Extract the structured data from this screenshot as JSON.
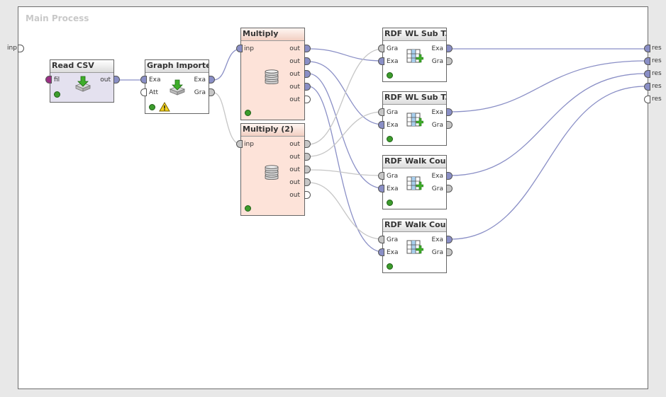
{
  "process": {
    "title": "Main Process",
    "inputs": [
      "inp"
    ],
    "results": [
      "res",
      "res",
      "res",
      "res",
      "res"
    ]
  },
  "operators": {
    "read_csv": {
      "title": "Read CSV",
      "in": [
        "fil"
      ],
      "out": [
        "out"
      ]
    },
    "graph_importer": {
      "title": "Graph Importer",
      "in": [
        "Exa",
        "Att"
      ],
      "out": [
        "Exa",
        "Gra"
      ]
    },
    "multiply": {
      "title": "Multiply",
      "in": [
        "inp"
      ],
      "out": [
        "out",
        "out",
        "out",
        "out",
        "out"
      ]
    },
    "multiply2": {
      "title": "Multiply (2)",
      "in": [
        "inp"
      ],
      "out": [
        "out",
        "out",
        "out",
        "out",
        "out"
      ]
    },
    "rdf1": {
      "title": "RDF WL Sub T...",
      "in": [
        "Gra",
        "Exa"
      ],
      "out": [
        "Exa",
        "Gra"
      ]
    },
    "rdf2": {
      "title": "RDF WL Sub T...",
      "in": [
        "Gra",
        "Exa"
      ],
      "out": [
        "Exa",
        "Gra"
      ]
    },
    "rdf3": {
      "title": "RDF Walk Cou...",
      "in": [
        "Gra",
        "Exa"
      ],
      "out": [
        "Exa",
        "Gra"
      ]
    },
    "rdf4": {
      "title": "RDF Walk Cou...",
      "in": [
        "Gra",
        "Exa"
      ],
      "out": [
        "Exa",
        "Gra"
      ]
    }
  },
  "colors": {
    "connection_example": "#8a8fc6",
    "connection_graph": "#c6c6c6",
    "status_ok": "#3c9c2c",
    "read_bg": "#e4e1ef",
    "multiply_bg": "#fde3d9"
  },
  "icons": {
    "read_csv": "import-arrow-icon",
    "graph_importer": "import-arrow-icon",
    "graph_importer_warning": "warning-icon",
    "multiply": "database-stack-icon",
    "rdf": "table-add-icon"
  }
}
